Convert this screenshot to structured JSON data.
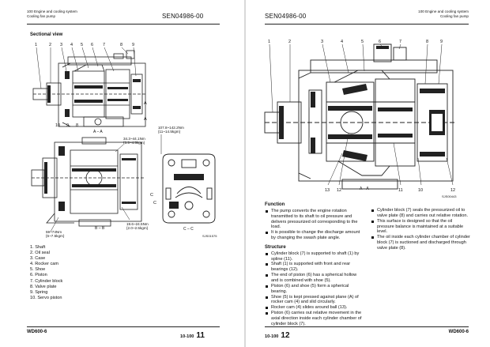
{
  "left_page": {
    "header": {
      "section": "100 Engine and cooling system",
      "subsection": "Cooling fan pump",
      "code": "SEN04986-00"
    },
    "title": "Sectional view",
    "drawing": {
      "callouts_top": [
        "1",
        "2",
        "3",
        "4",
        "5",
        "6",
        "7",
        "8",
        "9"
      ],
      "callouts_bottom": [
        "10",
        "9",
        "8",
        "A – A"
      ],
      "torque_1": [
        "34.3~44.1Nm",
        "{3.5~4.5kgm}"
      ],
      "torque_2": [
        "107.8~142.2Nm",
        "{11~14.5kgm}"
      ],
      "torque_3": [
        "59~74Nm",
        "{6~7.5kgm}"
      ],
      "torque_4": [
        "19.6~24.5Nm",
        "{2.0~2.5kgm}"
      ],
      "label_a_top": "A",
      "label_a_bottom": "A",
      "label_c_left": "C",
      "label_c_right": "C",
      "section_bb": "B – B",
      "section_cc": "C – C",
      "ref": "SJS01575"
    },
    "parts": [
      "1.   Shaft",
      "2.   Oil seal",
      "3.   Case",
      "4.   Rocker cam",
      "5.   Shoe",
      "6.   Piston",
      "7.   Cylinder block",
      "8.   Valve plate",
      "9.   Spring",
      "10. Servo piston"
    ],
    "footer": {
      "model": "WD600-6",
      "page_prefix": "10-100",
      "page_num": "11"
    }
  },
  "right_page": {
    "header": {
      "code": "SEN04986-00",
      "section": "100 Engine and cooling system",
      "subsection": "Cooling fan pump"
    },
    "drawing": {
      "callouts_top": [
        "1",
        "2",
        "3",
        "4",
        "5",
        "6",
        "7",
        "8",
        "9"
      ],
      "callouts_bottom": [
        "13",
        "12",
        "A – A",
        "11",
        "10",
        "12"
      ],
      "ref": "SJS00443"
    },
    "function": {
      "title": "Function",
      "items": [
        "The pump converts the engine rotation transmitted to its shaft to oil pressure and delivers pressurized oil corresponding to the load.",
        "It is possible to change the discharge amount by changing the swash plate angle."
      ]
    },
    "structure": {
      "title": "Structure",
      "items": [
        "Cylinder block (7) is supported to shaft (1) by spline (11).",
        "Shaft (1) is supported with front and rear bearings (12).",
        "The end of piston (6) has a spherical hollow and is combined with shoe (5).",
        "Piston (6) and shoe (5) form a spherical bearing.",
        "Shoe (5) is kept pressed against plane (A) of rocker cam (4) and slid circularly.",
        "Rocker cam (4) slides around ball (13).",
        "Piston (6) carries out relative movement in the axial direction inside each cylinder chamber of cylinder block (7)."
      ]
    },
    "right_col": [
      "Cylinder block (7) seals the pressurized oil to valve plate (8) and carries out relative rotation.",
      "This surface is designed so that the oil pressure balance is maintained at a suitable level.",
      "The oil inside each cylinder chamber of cylinder block (7) is suctioned and discharged through valve plate (8)."
    ],
    "footer": {
      "page_prefix": "10-100",
      "page_num": "12",
      "model": "WD600-6"
    }
  }
}
